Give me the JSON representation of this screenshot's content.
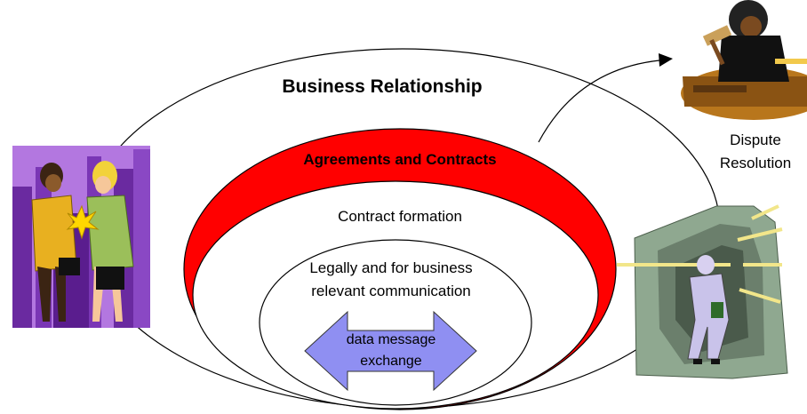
{
  "diagram": {
    "title": "Business Relationship",
    "ring_agreements": "Agreements and Contracts",
    "ring_formation": "Contract formation",
    "ring_communication_line1": "Legally and for business",
    "ring_communication_line2": "relevant communication",
    "core_line1": "data message",
    "core_line2": "exchange",
    "dispute_line1": "Dispute",
    "dispute_line2": "Resolution"
  },
  "colors": {
    "agreements_fill": "#ff0000",
    "arrow_fill": "#8f8ff2",
    "purple_background": "#9a4fd0"
  },
  "icons": {
    "left": "handshake-businesswomen-icon",
    "top_right": "judge-gavel-icon",
    "bottom_right": "man-in-dark-tunnel-icon"
  }
}
